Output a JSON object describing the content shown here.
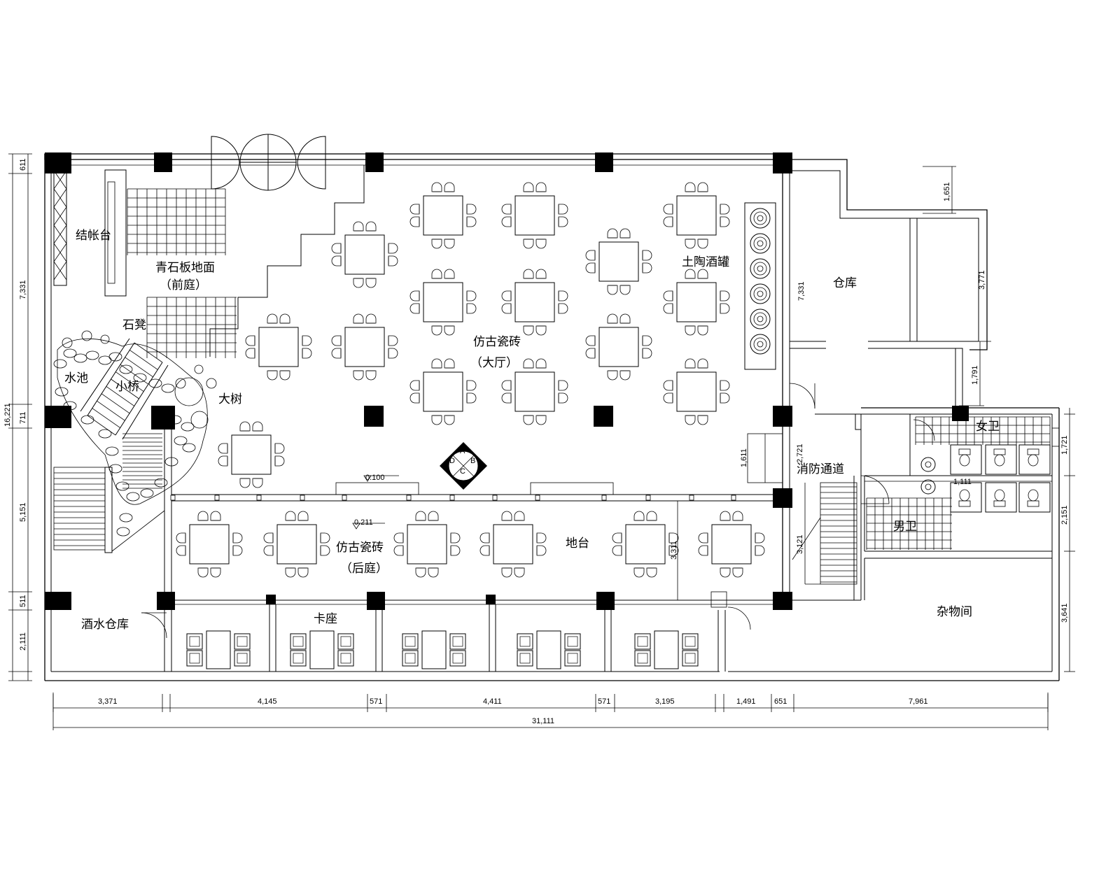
{
  "labels": {
    "cashier": "结帐台",
    "front_court_floor": "青石板地面",
    "front_court": "（前庭）",
    "stone_stool": "石凳",
    "pond": "水池",
    "bridge": "小桥",
    "big_tree": "大树",
    "hall_floor": "仿古瓷砖",
    "hall": "（大厅）",
    "wine_jars": "土陶酒罐",
    "warehouse": "仓库",
    "female_wc": "女卫",
    "male_wc": "男卫",
    "fire_passage": "消防通道",
    "back_court_floor": "仿古瓷砖",
    "back_court": "（后庭）",
    "raised_platform": "地台",
    "booth": "卡座",
    "drinks_store": "酒水仓库",
    "storage": "杂物间"
  },
  "levels": {
    "platform": "0.100",
    "back_court": "0.211"
  },
  "compass": {
    "a": "A",
    "b": "B",
    "c": "C",
    "d": "D"
  },
  "dims": {
    "bottom": [
      "3,371",
      "4,145",
      "571",
      "4,411",
      "571",
      "3,195",
      "1,491",
      "651",
      "7,961"
    ],
    "total": "31,111",
    "left": [
      "611",
      "7,331",
      "711",
      "5,151",
      "511",
      "2,111"
    ],
    "left_total": "16,221",
    "right": [
      "1,651",
      "3,771",
      "1,791",
      "1,721",
      "2,151",
      "3,641"
    ],
    "inner": [
      "7,331",
      "1,611",
      "2,721",
      "3,311",
      "3,121",
      "1,111"
    ]
  }
}
